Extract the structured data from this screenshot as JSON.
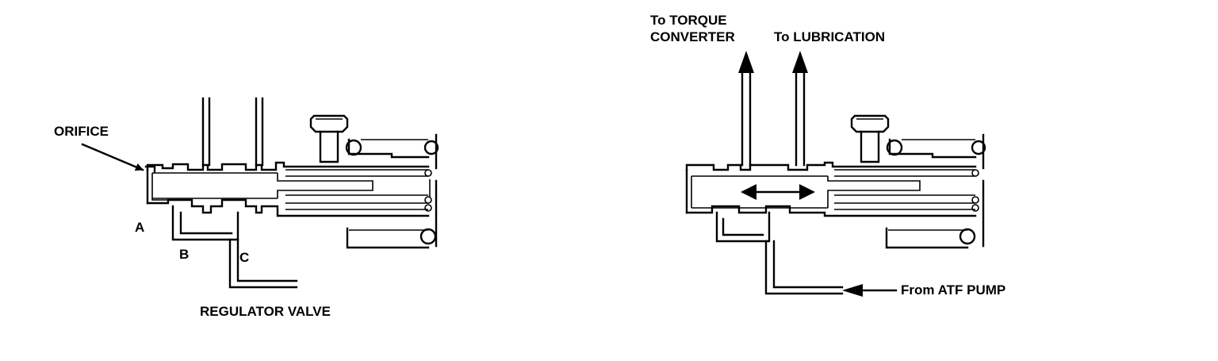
{
  "left_diagram": {
    "caption": "REGULATOR VALVE",
    "labels": {
      "orifice": "ORIFICE",
      "port_a": "A",
      "port_b": "B",
      "port_c": "C"
    }
  },
  "right_diagram": {
    "labels": {
      "torque_line1": "To TORQUE",
      "torque_line2": "CONVERTER",
      "lubrication": "To LUBRICATION",
      "atf_pump": "From ATF PUMP"
    }
  }
}
